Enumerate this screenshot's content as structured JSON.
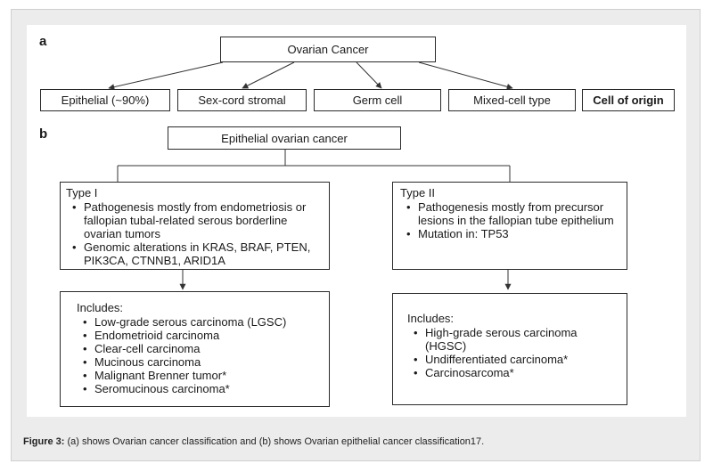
{
  "panel_a": {
    "label": "a",
    "root": "Ovarian Cancer",
    "children": [
      "Epithelial (~90%)",
      "Sex-cord stromal",
      "Germ cell",
      "Mixed-cell type"
    ],
    "side_label": "Cell of origin"
  },
  "panel_b": {
    "label": "b",
    "root": "Epithelial ovarian cancer",
    "type1": {
      "title": "Type I",
      "bullets": [
        "Pathogenesis mostly from endometriosis or fallopian tubal-related serous borderline ovarian tumors",
        "Genomic alterations in KRAS, BRAF, PTEN, PIK3CA, CTNNB1, ARID1A"
      ],
      "includes_title": "Includes:",
      "includes": [
        "Low-grade serous carcinoma (LGSC)",
        "Endometrioid carcinoma",
        "Clear-cell carcinoma",
        "Mucinous carcinoma",
        "Malignant Brenner tumor*",
        "Seromucinous carcinoma*"
      ]
    },
    "type2": {
      "title": "Type II",
      "bullets": [
        "Pathogenesis mostly from precursor lesions in the fallopian tube epithelium",
        "Mutation in: TP53"
      ],
      "includes_title": "Includes:",
      "includes": [
        "High-grade serous carcinoma (HGSC)",
        "Undifferentiated carcinoma*",
        "Carcinosarcoma*"
      ]
    }
  },
  "caption": {
    "prefix": "Figure 3:",
    "text": " (a) shows Ovarian cancer classification and (b) shows Ovarian epithelial cancer classification17."
  }
}
